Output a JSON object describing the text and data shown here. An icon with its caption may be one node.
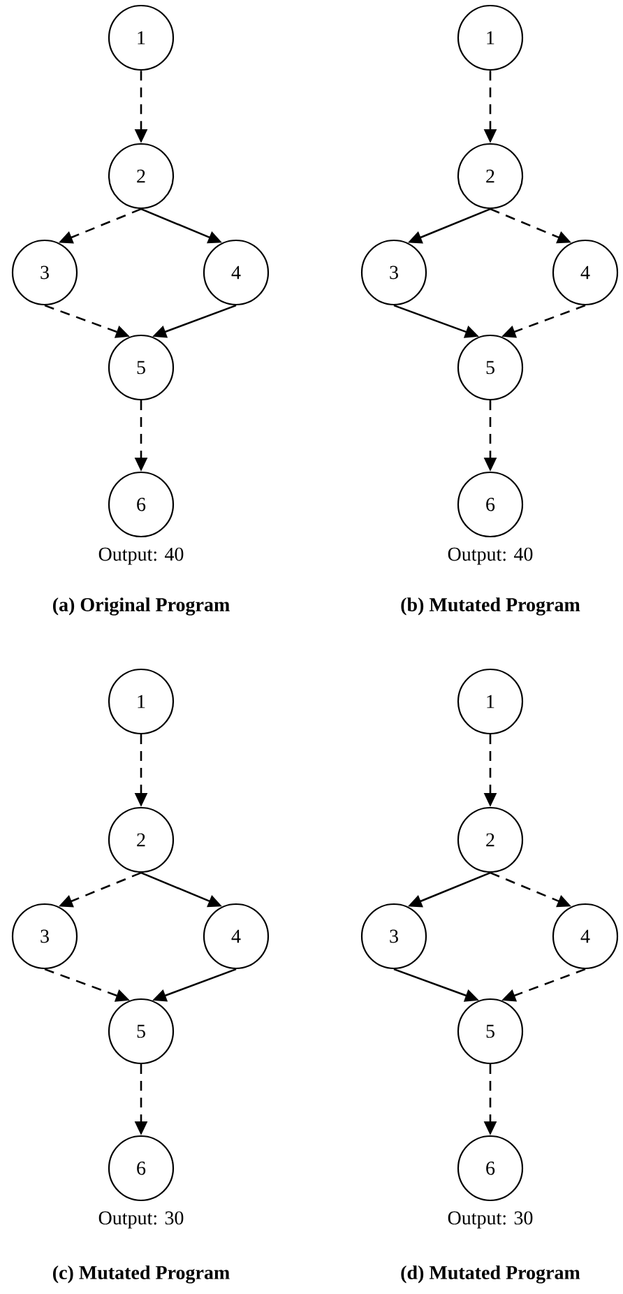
{
  "diagram": {
    "nodes": [
      {
        "text": [
          "1"
        ]
      },
      {
        "text": [
          "2"
        ]
      },
      {
        "text": [
          "3"
        ]
      },
      {
        "text": [
          "4"
        ]
      },
      {
        "text": [
          "5"
        ]
      },
      {
        "text": [
          "6"
        ],
        "beside": [
          "Output: 40"
        ]
      },
      {
        "text": [
          "1"
        ]
      },
      {
        "text": [
          "2"
        ]
      },
      {
        "text": [
          "3"
        ]
      },
      {
        "text": [
          "4"
        ]
      },
      {
        "text": [
          "5"
        ]
      },
      {
        "text": [
          "6"
        ],
        "beside": [
          "Output: 40"
        ]
      },
      {
        "text": [
          "1"
        ]
      },
      {
        "text": [
          "2"
        ]
      },
      {
        "text": [
          "3"
        ]
      },
      {
        "text": [
          "4"
        ]
      },
      {
        "text": [
          "5"
        ]
      },
      {
        "text": [
          "6"
        ],
        "beside": [
          "Output: 30"
        ]
      },
      {
        "text": [
          "1"
        ]
      },
      {
        "text": [
          "2"
        ]
      },
      {
        "text": [
          "3"
        ]
      },
      {
        "text": [
          "4"
        ]
      },
      {
        "text": [
          "5"
        ]
      },
      {
        "text": [
          "6"
        ],
        "beside": [
          "Output: 30"
        ]
      }
    ],
    "edges": [
      {
        "from": 0,
        "to": 1,
        "arrow": "to",
        "style": "dashed"
      },
      {
        "from": 1,
        "to": 2,
        "arrow": "to",
        "style": "dashed"
      },
      {
        "from": 1,
        "to": 3,
        "arrow": "to"
      },
      {
        "from": 2,
        "to": 4,
        "arrow": "to",
        "style": "dashed"
      },
      {
        "from": 3,
        "to": 4,
        "arrow": "to"
      },
      {
        "from": 4,
        "to": 5,
        "arrow": "to",
        "style": "dashed"
      },
      {
        "from": 6,
        "to": 7,
        "arrow": "to",
        "style": "dashed"
      },
      {
        "from": 7,
        "to": 8,
        "arrow": "to"
      },
      {
        "from": 7,
        "to": 9,
        "arrow": "to",
        "style": "dashed"
      },
      {
        "from": 8,
        "to": 10,
        "arrow": "to"
      },
      {
        "from": 9,
        "to": 10,
        "arrow": "to",
        "style": "dashed"
      },
      {
        "from": 10,
        "to": 11,
        "arrow": "to",
        "style": "dashed"
      },
      {
        "from": 12,
        "to": 13,
        "arrow": "to",
        "style": "dashed"
      },
      {
        "from": 13,
        "to": 14,
        "arrow": "to",
        "style": "dashed"
      },
      {
        "from": 13,
        "to": 15,
        "arrow": "to"
      },
      {
        "from": 14,
        "to": 16,
        "arrow": "to",
        "style": "dashed"
      },
      {
        "from": 15,
        "to": 16,
        "arrow": "to"
      },
      {
        "from": 16,
        "to": 17,
        "arrow": "to",
        "style": "dashed"
      },
      {
        "from": 18,
        "to": 19,
        "arrow": "to",
        "style": "dashed"
      },
      {
        "from": 19,
        "to": 20,
        "arrow": "to"
      },
      {
        "from": 19,
        "to": 21,
        "arrow": "to",
        "style": "dashed"
      },
      {
        "from": 20,
        "to": 22,
        "arrow": "to"
      },
      {
        "from": 21,
        "to": 22,
        "arrow": "to",
        "style": "dashed"
      },
      {
        "from": 22,
        "to": 23,
        "arrow": "to",
        "style": "dashed"
      }
    ],
    "labels": [
      "(a) Original Program",
      "(b) Mutated Program",
      "(c) Mutated Program",
      "(d) Mutated Program"
    ]
  }
}
